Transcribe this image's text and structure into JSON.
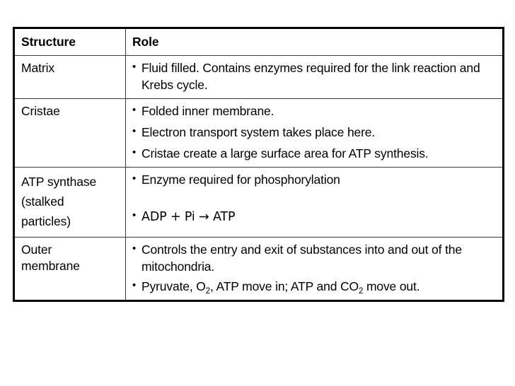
{
  "table": {
    "headers": {
      "structure": "Structure",
      "role": "Role"
    },
    "rows": [
      {
        "structure": "Matrix",
        "bullets": [
          "Fluid filled. Contains enzymes required for the link reaction and Krebs cycle."
        ]
      },
      {
        "structure": "Cristae",
        "bullets": [
          "Folded inner membrane.",
          "Electron transport system takes place here.",
          "Cristae create a large surface area for ATP synthesis."
        ]
      },
      {
        "structure": "ATP synthase\n(stalked\nparticles)",
        "bullets": [
          "Enzyme required for phosphorylation",
          "ADP + Pi  →  ATP"
        ]
      },
      {
        "structure": "Outer\nmembrane",
        "bullets": [
          "Controls the entry and exit of substances into and out of the mitochondria.",
          "Pyruvate, O₂, ATP move in; ATP and CO₂ move out."
        ]
      }
    ]
  },
  "colors": {
    "background": "#ffffff",
    "text": "#000000",
    "border_outer": "#000000",
    "border_inner": "#3a3a3a"
  }
}
